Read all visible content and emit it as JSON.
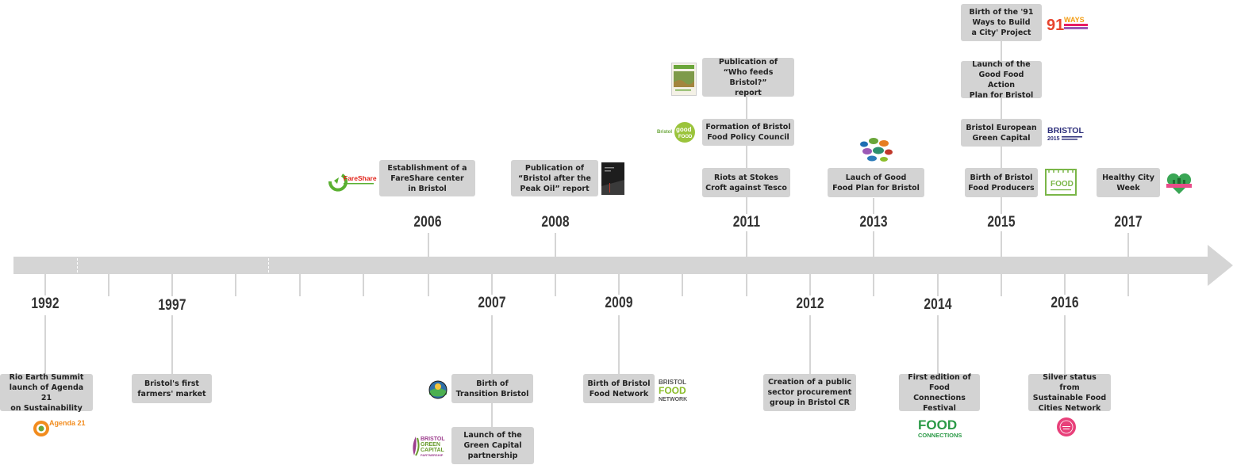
{
  "colors": {
    "bar": "#d5d5d5",
    "box": "#d3d3d3",
    "year_text": "#333333"
  },
  "years": {
    "y1992": "1992",
    "y1997": "1997",
    "y2006": "2006",
    "y2007": "2007",
    "y2008": "2008",
    "y2009": "2009",
    "y2011": "2011",
    "y2012": "2012",
    "y2013": "2013",
    "y2014": "2014",
    "y2015": "2015",
    "y2016": "2016",
    "y2017": "2017"
  },
  "events": {
    "rio": "Rio Earth Summit\nlaunch of Agenda 21\non Sustainability",
    "farmers_market": "Bristol's first\nfarmers' market",
    "fareshare": "Establishment of a\nFareShare center\nin Bristol",
    "transition": "Birth of\nTransition Bristol",
    "green_capital_partnership": "Launch of the\nGreen Capital\npartnership",
    "peak_oil": "Publication of\n“Bristol after the\nPeak Oil” report",
    "food_network": "Birth of Bristol\nFood Network",
    "who_feeds": "Publication of\n“Who feeds Bristol?”\nreport",
    "policy_council": "Formation of Bristol\nFood Policy Council",
    "riots": "Riots at Stokes\nCroft against Tesco",
    "procurement": "Creation of a public\nsector procurement\ngroup in Bristol CR",
    "good_food_plan": "Lauch of Good\nFood Plan for Bristol",
    "food_connections": "First edition of\nFood Connections\nFestival",
    "ways91": "Birth of the '91\nWays to Build\na City' Project",
    "action_plan": "Launch of the\nGood Food Action\nPlan for Bristol",
    "green_capital": "Bristol European\nGreen Capital",
    "food_producers": "Birth of Bristol\nFood Producers",
    "silver_status": "Silver status from\nSustainable Food\nCities Network",
    "healthy_city": "Healthy City\nWeek"
  },
  "logos": {
    "agenda21": {
      "icon": "agenda21-logo",
      "text": "Agenda 21"
    },
    "fareshare": {
      "icon": "fareshare-logo",
      "text": "FareShare"
    },
    "transition": {
      "icon": "transition-bristol-logo"
    },
    "green_capital_partnership": {
      "icon": "bristol-green-capital-logo",
      "line1": "BRISTOL",
      "line2": "GREEN",
      "line3": "CAPITAL",
      "line4": "PARTNERSHIP"
    },
    "peak_oil": {
      "icon": "report-cover-dark"
    },
    "food_network": {
      "icon": "bristol-food-network-logo",
      "line1": "BRISTOL",
      "line2": "FOOD",
      "line3": "NETWORK"
    },
    "who_feeds": {
      "icon": "report-cover-green"
    },
    "good_food": {
      "icon": "bristol-good-food-logo",
      "prefix": "Bristol",
      "line1": "good",
      "line2": "FOOD"
    },
    "good_food_plan": {
      "icon": "good-food-plan-bubbles"
    },
    "food_connections": {
      "icon": "food-connections-logo",
      "line1": "FOOD",
      "line2": "CONNECTIONS"
    },
    "ways91": {
      "icon": "91-ways-logo",
      "num": "91",
      "text": "WAYS"
    },
    "bristol2015": {
      "icon": "bristol-2015-logo",
      "line1": "BRISTOL",
      "line2": "2015"
    },
    "food_producers": {
      "icon": "bristol-food-producers-logo",
      "line1": "FOOD"
    },
    "sustainable_food_cities": {
      "icon": "sustainable-food-cities-logo"
    },
    "healthy_city": {
      "icon": "healthy-city-heart-logo"
    }
  }
}
